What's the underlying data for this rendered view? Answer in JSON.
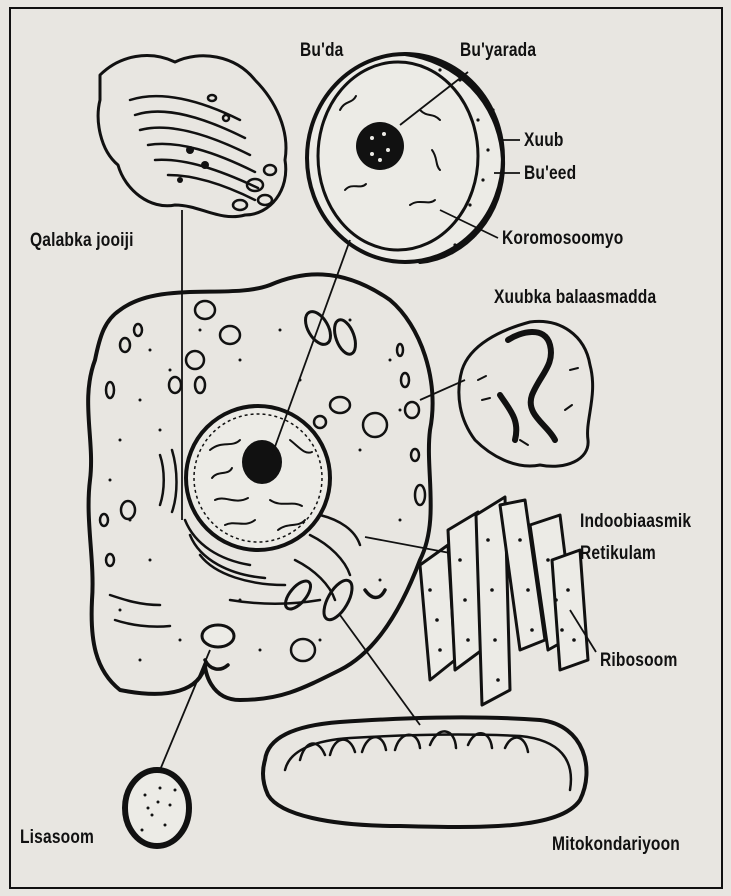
{
  "labels": {
    "golgi": "Qalabka jooiji",
    "nucleus": "Bu'da",
    "nucleolus": "Bu'yarada",
    "membrane_line1": "Xuub",
    "membrane_line2": "Bu'eed",
    "chromosome": "Koromosoomyo",
    "cytoplasm": "Xuubka balaasmadda",
    "er_line1": "Indoobiaasmik",
    "er_line2": "Retikulam",
    "ribosome": "Ribosoom",
    "lysosome": "Lisasoom",
    "mitochondrion": "Mitokondariyoon"
  },
  "colors": {
    "ink": "#111111",
    "paper": "#e8e6e1"
  }
}
